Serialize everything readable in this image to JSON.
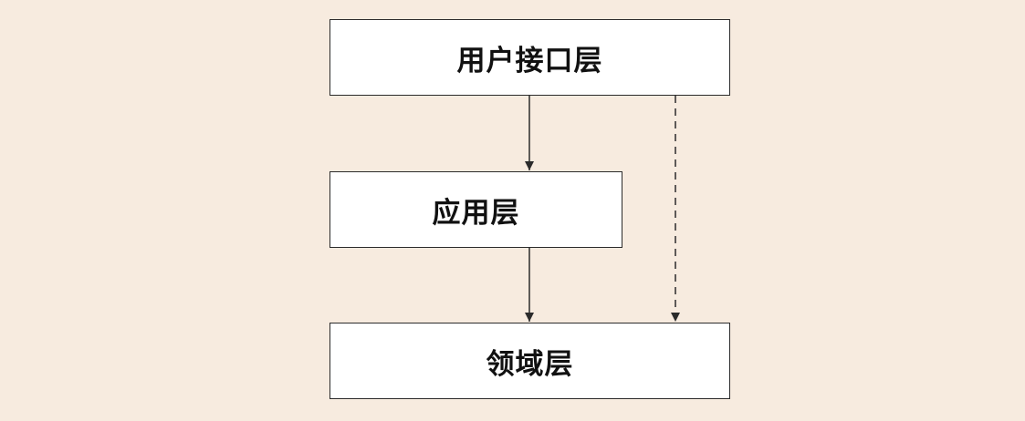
{
  "layers": {
    "user_interface": "用户接口层",
    "application": "应用层",
    "domain": "领域层"
  },
  "connections": [
    {
      "from": "user_interface",
      "to": "application",
      "style": "solid"
    },
    {
      "from": "application",
      "to": "domain",
      "style": "solid"
    },
    {
      "from": "user_interface",
      "to": "domain",
      "style": "dashed"
    }
  ],
  "colors": {
    "background": "#f7ebdf",
    "box_fill": "#ffffff",
    "stroke": "#2b2b2b"
  }
}
